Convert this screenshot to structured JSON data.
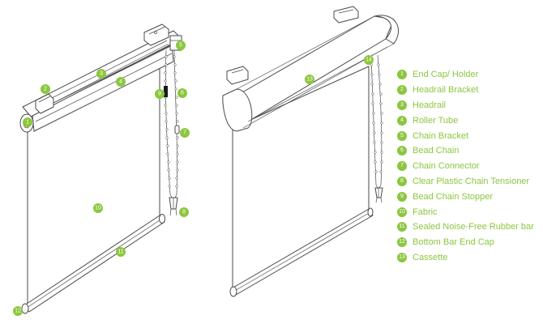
{
  "legend": [
    {
      "number": "1",
      "label": "End Cap/ Holder"
    },
    {
      "number": "2",
      "label": "Headrail Bracket"
    },
    {
      "number": "3",
      "label": "Headrail"
    },
    {
      "number": "4",
      "label": "Roller Tube"
    },
    {
      "number": "5",
      "label": "Chain Bracket"
    },
    {
      "number": "6",
      "label": "Bead Chain"
    },
    {
      "number": "7",
      "label": "Chain Connector"
    },
    {
      "number": "8",
      "label": "Clear Plastic Chain Tensioner"
    },
    {
      "number": "9",
      "label": "Bead Chain Stopper"
    },
    {
      "number": "10",
      "label": "Fabric"
    },
    {
      "number": "11",
      "label": "Sealed Noise-Free Rubber bar"
    },
    {
      "number": "12",
      "label": "Bottom Bar End Cap"
    },
    {
      "number": "13",
      "label": "Cassette"
    }
  ],
  "callouts_left": [
    "1",
    "2",
    "3",
    "4",
    "5",
    "9",
    "6",
    "7",
    "10",
    "8",
    "11",
    "12"
  ],
  "callouts_right": [
    "13",
    "14"
  ],
  "accent_color": "#8cc63f"
}
